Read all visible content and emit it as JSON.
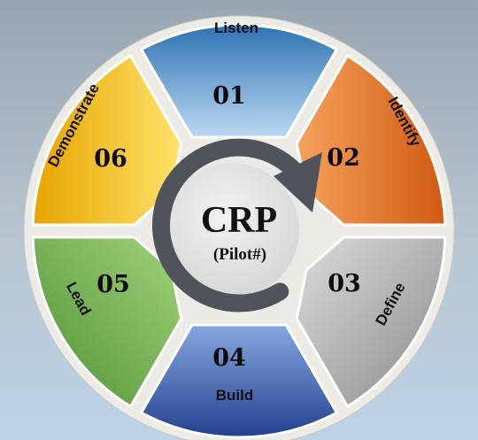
{
  "center": {
    "title": "CRP",
    "subtitle": "(Pilot#)"
  },
  "segments": [
    {
      "label": "Listen",
      "number": "01",
      "color_light": "#bcd9f2",
      "color_dark": "#2e72b3"
    },
    {
      "label": "Identify",
      "number": "02",
      "color_light": "#f5a25c",
      "color_dark": "#d05a12"
    },
    {
      "label": "Define",
      "number": "03",
      "color_light": "#dcdcdc",
      "color_dark": "#8a8a8a"
    },
    {
      "label": "Build",
      "number": "04",
      "color_light": "#86a8e0",
      "color_dark": "#23418f"
    },
    {
      "label": "Lead",
      "number": "05",
      "color_light": "#a2d27c",
      "color_dark": "#4e9134"
    },
    {
      "label": "Demonstrate",
      "number": "06",
      "color_light": "#ffe36a",
      "color_dark": "#e6a400"
    }
  ],
  "colors": {
    "ring_border": "#ecebe6",
    "arrow": "#4f545a",
    "center_fill": "#d4d4d4"
  }
}
